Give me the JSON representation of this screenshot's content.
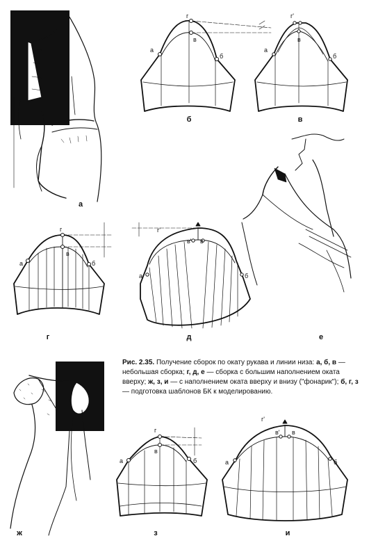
{
  "panel_labels": {
    "a": "а",
    "b": "б",
    "v": "в",
    "g": "г",
    "d": "д",
    "e": "е",
    "zh": "ж",
    "z": "з",
    "i": "и"
  },
  "caption": {
    "fig_no": "Рис. 2.35.",
    "t1": " Получение сборок по окату рукава и линии низа: ",
    "b1": "а, б, в",
    "t2": " — небольшая сборка; ",
    "b2": "г, д, е",
    "t3": " — сборка с большим наполнением оката вверху; ",
    "b3": "ж, з, и",
    "t4": " — с наполнением оката вверху и внизу (\"фонарик\"); ",
    "b4": "б, г, з",
    "t5": " — подготовка шаблонов БК к моделированию."
  },
  "point_labels": {
    "a": "а",
    "b": "б",
    "v": "в",
    "g": "г",
    "g_prime": "г'",
    "v_prime": "в'"
  }
}
